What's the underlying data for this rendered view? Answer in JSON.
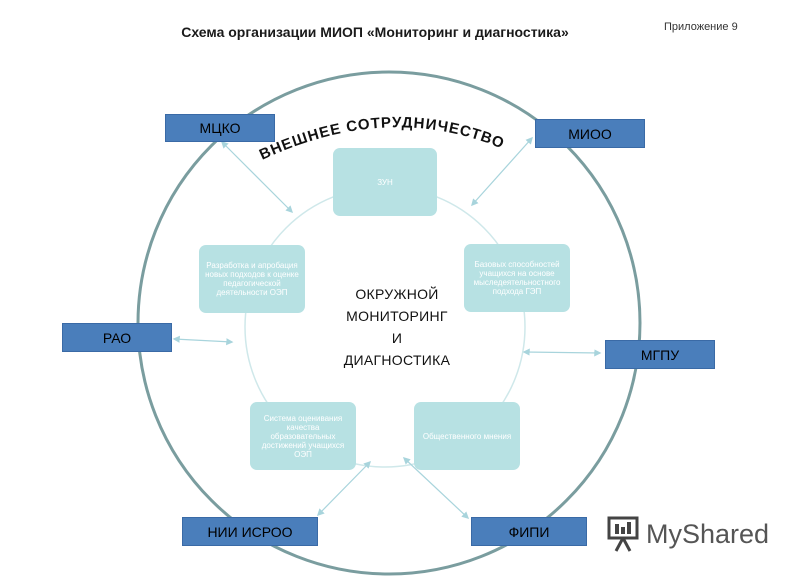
{
  "title": "Схема организации МИОП «Мониторинг и диагностика»",
  "appendix": "Приложение 9",
  "arc_label": "ВНЕШНЕЕ СОТРУДНИЧЕСТВО",
  "center_lines": [
    "ОКРУЖНОЙ",
    "МОНИТОРИНГ",
    "И",
    "ДИАГНОСТИКА"
  ],
  "inner_nodes": [
    "ЗУН",
    "Базовых способностей учащихся на основе мыследеятельностного подхода ГЭП",
    "Общественного мнения",
    "Система оценивания качества образовательных достижений учащихся ОЭП",
    "Разработка и апробация новых подходов к оценке педагогической деятельности ОЭП"
  ],
  "partners": {
    "mtsko": "МЦКО",
    "mioo": "МИОО",
    "rao": "РАО",
    "mgpu": "МГПУ",
    "nii": "НИИ ИСРОО",
    "fipi": "ФИПИ"
  },
  "brand": {
    "my": "My",
    "shared": "Shared"
  },
  "colors": {
    "node": "#b7e1e3",
    "partner": "#4a7ebb",
    "outer_circle": "#7a9d9f",
    "connector": "#a8d4dc"
  }
}
